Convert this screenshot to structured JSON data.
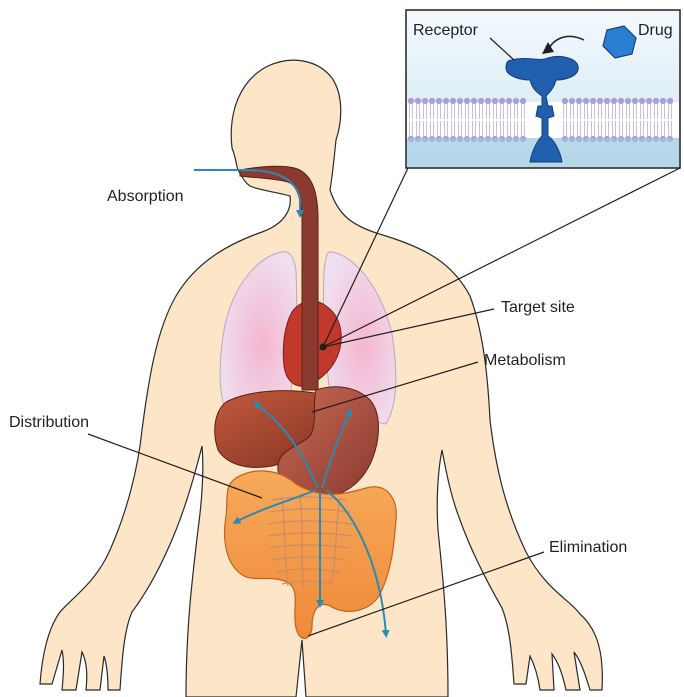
{
  "labels": {
    "absorption": "Absorption",
    "distribution": "Distribution",
    "target_site": "Target site",
    "metabolism": "Metabolism",
    "elimination": "Elimination",
    "receptor": "Receptor",
    "drug": "Drug"
  },
  "colors": {
    "skin": "#fde6c8",
    "outline": "#2a2a2a",
    "lung": "#f0dcec",
    "heart": "#c0392b",
    "esophagus": "#8b3a2f",
    "liver": "#a8452e",
    "stomach": "#9e4a3a",
    "intestine": "#f39b4e",
    "arrow": "#2a8ab0",
    "receptor": "#1f5fae",
    "membrane": "#a9a0d6",
    "inset_bg": "#e6f3fb"
  }
}
